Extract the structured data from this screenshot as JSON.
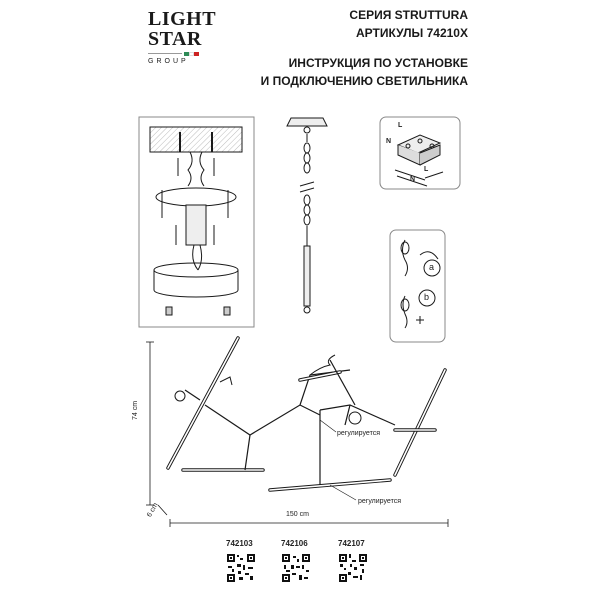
{
  "brand": {
    "line1": "LIGHT",
    "line2": "STAR",
    "line3": "GROUP",
    "flag_colors": [
      "#2e8b57",
      "#ffffff",
      "#cc2222"
    ]
  },
  "header": {
    "series": "СЕРИЯ STRUTTURA",
    "articles": "АРТИКУЛЫ 74210X",
    "instruction_line1": "ИНСТРУКЦИЯ ПО УСТАНОВКЕ",
    "instruction_line2": "И ПОДКЛЮЧЕНИЮ СВЕТИЛЬНИКА"
  },
  "wiring": {
    "l_label": "L",
    "n_label": "N",
    "l_label2": "L",
    "n_label2": "N"
  },
  "steps": {
    "a_label": "a",
    "b_label": "b"
  },
  "dimensions": {
    "height": "74 cm",
    "depth": "6 cm",
    "width": "150 cm",
    "adjustable_1": "регулируется",
    "adjustable_2": "регулируется"
  },
  "articles": [
    "742103",
    "742106",
    "742107"
  ],
  "colors": {
    "ink": "#1a1a1a",
    "light_fill": "#eeeeee",
    "ceiling_fill": "#d9d9d9"
  }
}
